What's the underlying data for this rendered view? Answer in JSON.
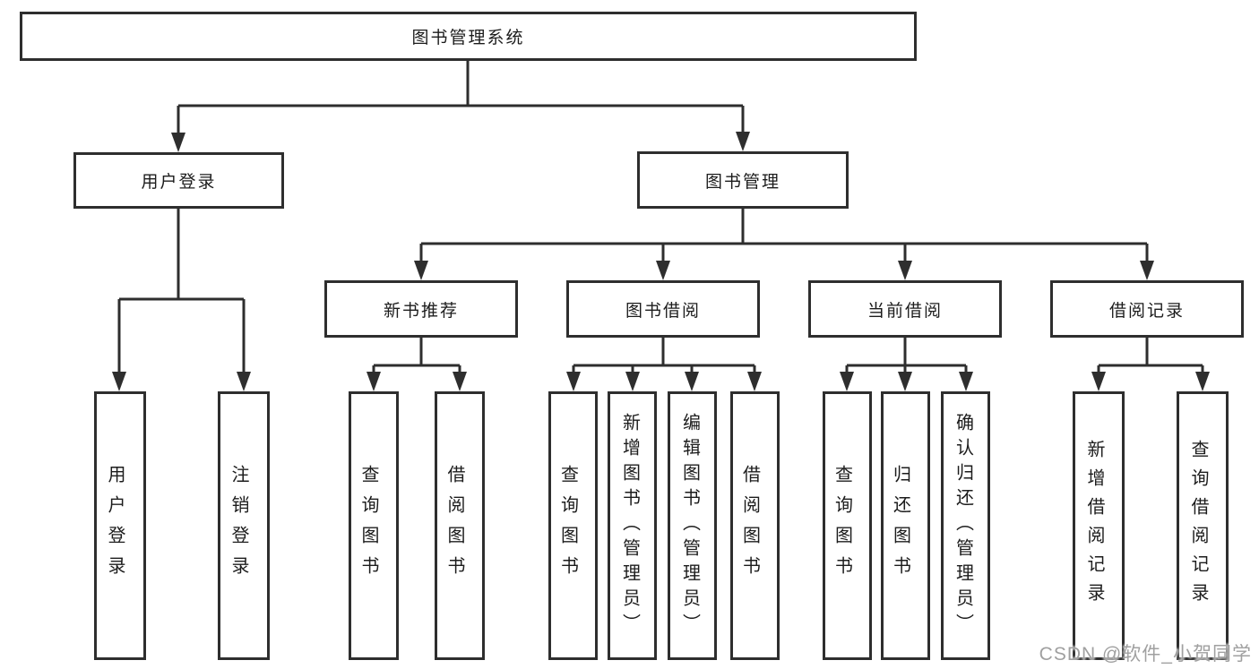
{
  "colors": {
    "background": "#ffffff",
    "line": "#2e2e2e",
    "box_border": "#2e2e2e",
    "text": "#1c1c1c",
    "watermark_text": "#a0a0a0"
  },
  "watermark": {
    "text": "CSDN @软件_小贺同学"
  },
  "diagram": {
    "root": {
      "label": "图书管理系统"
    },
    "level2": [
      {
        "label": "用户登录"
      },
      {
        "label": "图书管理"
      }
    ],
    "level3": [
      {
        "label": "新书推荐"
      },
      {
        "label": "图书借阅"
      },
      {
        "label": "当前借阅"
      },
      {
        "label": "借阅记录"
      }
    ],
    "leaves": {
      "user_login": [
        {
          "label": "用户登录"
        },
        {
          "label": "注销登录"
        }
      ],
      "new_book_recommend": [
        {
          "label": "查询图书"
        },
        {
          "label": "借阅图书"
        }
      ],
      "book_borrowing": [
        {
          "label": "查询图书"
        },
        {
          "label": "新增图书（管理员）"
        },
        {
          "label": "编辑图书（管理员）"
        },
        {
          "label": "借阅图书"
        }
      ],
      "current_borrowing": [
        {
          "label": "查询图书"
        },
        {
          "label": "归还图书"
        },
        {
          "label": "确认归还（管理员）"
        }
      ],
      "borrowing_records": [
        {
          "label": "新增借阅记录"
        },
        {
          "label": "查询借阅记录"
        }
      ]
    }
  }
}
